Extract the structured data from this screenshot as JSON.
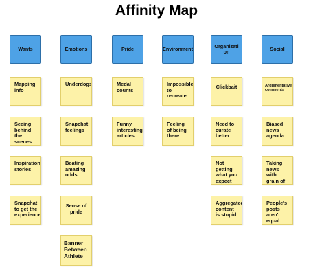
{
  "title": "Affinity Map",
  "colors": {
    "header_fill": "#4ea2e6",
    "sticky_fill": "#fdf2a8"
  },
  "columns": [
    {
      "header": "Wants",
      "notes": [
        "Mapping info",
        "Seeing behind the scenes",
        "Inspirational stories",
        "Snapchat to get the experience"
      ]
    },
    {
      "header": "Emotions",
      "notes": [
        "Underdogs",
        "Snapchat feelings",
        "Beating amazing odds",
        "Sense of pride",
        "Banner Between Athlete"
      ]
    },
    {
      "header": "Pride",
      "notes": [
        "Medal counts",
        "Funny interesting articles"
      ]
    },
    {
      "header": "Environment",
      "notes": [
        "Impossible to recreate",
        "Feeling of being there"
      ]
    },
    {
      "header": "Organization",
      "notes": [
        "Clickbait",
        "Need to curate better",
        "Not getting what you expect",
        "Aggregated content is stupid"
      ]
    },
    {
      "header": "Social",
      "notes": [
        "Argumentative comments",
        "Biased news agenda",
        "Taking news with grain of salt",
        "People's posts aren't equal"
      ]
    }
  ]
}
